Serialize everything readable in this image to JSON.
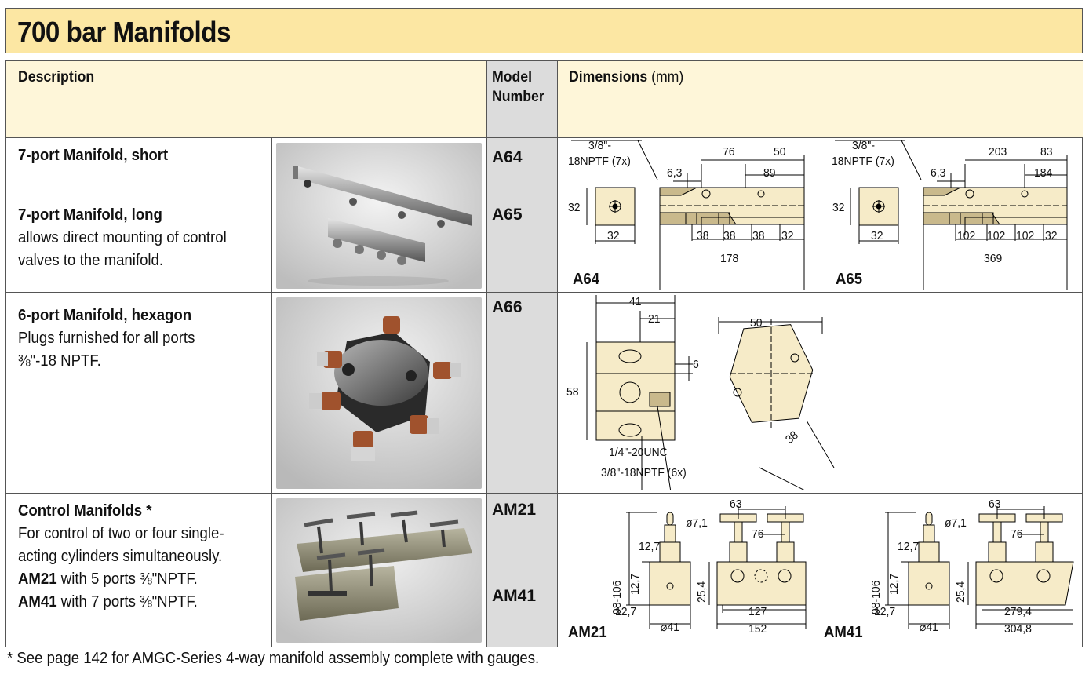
{
  "title": "700 bar Manifolds",
  "header": {
    "description": "Description",
    "model_line1": "Model",
    "model_line2": "Number",
    "dimensions": "Dimensions",
    "dimensions_unit": "(mm)"
  },
  "rows": [
    {
      "title": "7-port Manifold, short",
      "model": "A64"
    },
    {
      "title": "7-port Manifold, long",
      "desc": [
        "allows direct mounting of control",
        "valves to the manifold."
      ],
      "model": "A65"
    },
    {
      "title": "6-port Manifold, hexagon",
      "desc": [
        "Plugs furnished for all ports",
        "⅜\"-18 NPTF."
      ],
      "model": "A66"
    },
    {
      "title": "Control Manifolds *",
      "desc": [
        "For control of two or four single-",
        "acting cylinders simultaneously."
      ],
      "am21_bold": "AM21",
      "am21_rest": " with 5 ports ⅜\"NPTF.",
      "am41_bold": "AM41",
      "am41_rest": " with 7 ports ⅜\"NPTF.",
      "model1": "AM21",
      "model2": "AM41"
    }
  ],
  "drawings": {
    "a64": {
      "label": "A64",
      "port": "3/8\"-",
      "port2": "18NPTF (7x)",
      "d_6_3": "6,3",
      "d_76": "76",
      "d_50": "50",
      "d_89": "89",
      "d_32h": "32",
      "d_32w": "32",
      "d_38a": "38",
      "d_38b": "38",
      "d_38c": "38",
      "d_32r": "32",
      "d_total": "178"
    },
    "a65": {
      "label": "A65",
      "port": "3/8\"-",
      "port2": "18NPTF (7x)",
      "d_6_3": "6,3",
      "d_203": "203",
      "d_83": "83",
      "d_184": "184",
      "d_32h": "32",
      "d_32w": "32",
      "d_102a": "102",
      "d_102b": "102",
      "d_102c": "102",
      "d_32r": "32",
      "d_total": "369"
    },
    "a66": {
      "d_41": "41",
      "d_21": "21",
      "d_6": "6",
      "d_58": "58",
      "thread": "1/4\"-20UNC",
      "port": "3/8\"-18NPTF (6x)",
      "d_50": "50",
      "d_38": "38"
    },
    "am21": {
      "label": "AM21",
      "d_98": "98-106",
      "d_12_7a": "12,7",
      "d_12_7b": "12,7",
      "d_12_7c": "12,7",
      "d_41": "⌀41",
      "d_7_1": "ø7,1",
      "d_63": "63",
      "d_76": "76",
      "d_25_4": "25,4",
      "d_127": "127",
      "d_152": "152"
    },
    "am41": {
      "label": "AM41",
      "d_98": "98-106",
      "d_12_7a": "12,7",
      "d_12_7b": "12,7",
      "d_12_7c": "12,7",
      "d_41": "⌀41",
      "d_7_1": "ø7,1",
      "d_63": "63",
      "d_76": "76",
      "d_25_4": "25,4",
      "d_279": "279,4",
      "d_304": "304,8"
    }
  },
  "footnote": "*  See page 142 for AMGC-Series 4-way manifold assembly complete with gauges.",
  "colors": {
    "banner": "#fce7a3",
    "header": "#fef6d9",
    "model_column": "#dcdcdc",
    "part_fill": "#f6ebc8"
  }
}
